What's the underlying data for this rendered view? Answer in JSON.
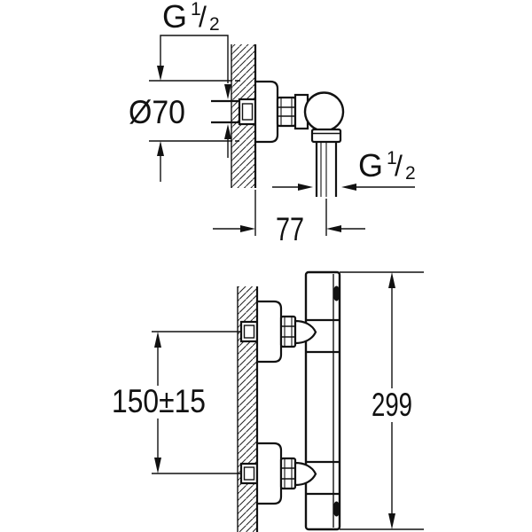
{
  "document": {
    "kind": "installation dimension drawing",
    "background": "#ffffff",
    "ink": "#111111"
  },
  "side_view": {
    "supply_thread": {
      "prefix": "G",
      "numerator": "1",
      "slash": "/",
      "denominator": "2"
    },
    "outlet_thread": {
      "prefix": "G",
      "numerator": "1",
      "slash": "/",
      "denominator": "2"
    },
    "escutcheon_diameter": "Ø70",
    "wall_to_outlet_distance": "77"
  },
  "plan_view": {
    "connection_spacing": "150±15",
    "bar_length": "299"
  }
}
